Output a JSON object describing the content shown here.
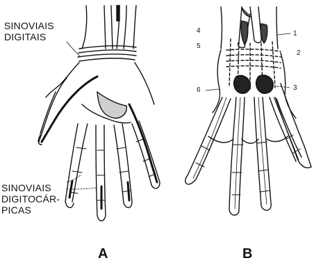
{
  "labels": {
    "synovial_digital": "SINOVIAIS\nDIGITAIS",
    "synovial_digitocarpal": "SINOVIAIS\nDIGITOCÁR-\nPICAS",
    "panel_a": "A",
    "panel_b": "B",
    "num_1": "1",
    "num_2": "2",
    "num_3": "3",
    "num_4": "4",
    "num_5": "5",
    "num_6": "6"
  },
  "colors": {
    "ink": "#111111",
    "paper": "#ffffff",
    "shade": "#333333"
  }
}
